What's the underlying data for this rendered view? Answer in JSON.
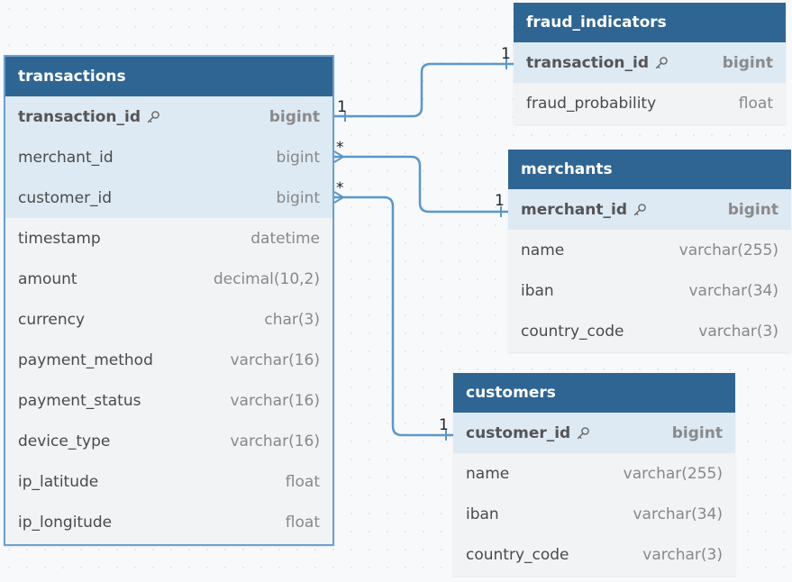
{
  "tables": {
    "transactions": {
      "name": "transactions",
      "fields": [
        {
          "name": "transaction_id",
          "type": "bigint",
          "pk": true
        },
        {
          "name": "merchant_id",
          "type": "bigint"
        },
        {
          "name": "customer_id",
          "type": "bigint"
        },
        {
          "name": "timestamp",
          "type": "datetime"
        },
        {
          "name": "amount",
          "type": "decimal(10,2)"
        },
        {
          "name": "currency",
          "type": "char(3)"
        },
        {
          "name": "payment_method",
          "type": "varchar(16)"
        },
        {
          "name": "payment_status",
          "type": "varchar(16)"
        },
        {
          "name": "device_type",
          "type": "varchar(16)"
        },
        {
          "name": "ip_latitude",
          "type": "float"
        },
        {
          "name": "ip_longitude",
          "type": "float"
        }
      ]
    },
    "fraud_indicators": {
      "name": "fraud_indicators",
      "fields": [
        {
          "name": "transaction_id",
          "type": "bigint",
          "pk": true
        },
        {
          "name": "fraud_probability",
          "type": "float"
        }
      ]
    },
    "merchants": {
      "name": "merchants",
      "fields": [
        {
          "name": "merchant_id",
          "type": "bigint",
          "pk": true
        },
        {
          "name": "name",
          "type": "varchar(255)"
        },
        {
          "name": "iban",
          "type": "varchar(34)"
        },
        {
          "name": "country_code",
          "type": "varchar(3)"
        }
      ]
    },
    "customers": {
      "name": "customers",
      "fields": [
        {
          "name": "customer_id",
          "type": "bigint",
          "pk": true
        },
        {
          "name": "name",
          "type": "varchar(255)"
        },
        {
          "name": "iban",
          "type": "varchar(34)"
        },
        {
          "name": "country_code",
          "type": "varchar(3)"
        }
      ]
    }
  },
  "relationships": [
    {
      "from": "transactions.transaction_id",
      "to": "fraud_indicators.transaction_id",
      "from_card": "1",
      "to_card": "1"
    },
    {
      "from": "transactions.merchant_id",
      "to": "merchants.merchant_id",
      "from_card": "*",
      "to_card": "1"
    },
    {
      "from": "transactions.customer_id",
      "to": "customers.customer_id",
      "from_card": "*",
      "to_card": "1"
    }
  ],
  "colors": {
    "header": "#2f6593",
    "highlight": "#dde9f3",
    "link": "#5b97c8",
    "selected_border": "#6aa0cf"
  },
  "icons": {
    "primary_key": "key-icon"
  }
}
